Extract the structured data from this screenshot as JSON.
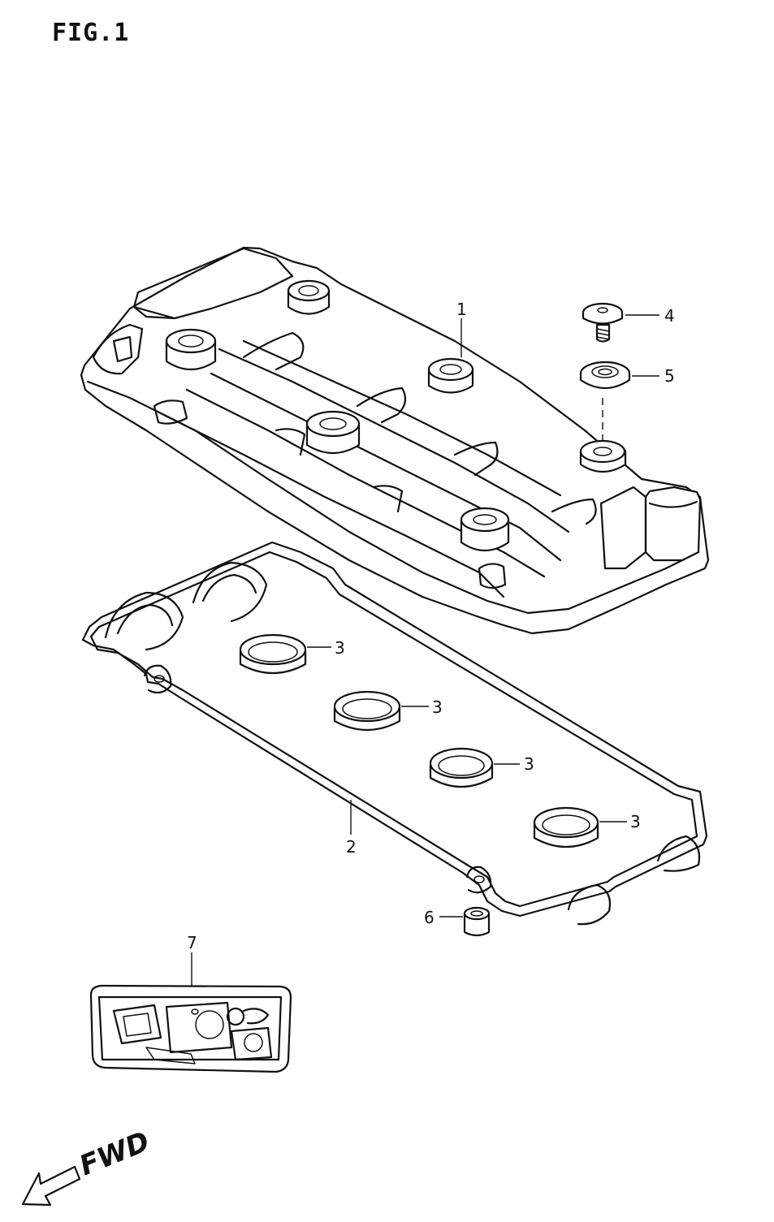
{
  "figure": {
    "title": "FIG.1",
    "direction_label": "FWD"
  },
  "parts": [
    {
      "id": "1",
      "label": "1"
    },
    {
      "id": "2",
      "label": "2"
    },
    {
      "id": "3",
      "label": "3"
    },
    {
      "id": "4",
      "label": "4"
    },
    {
      "id": "5",
      "label": "5"
    },
    {
      "id": "6",
      "label": "6"
    },
    {
      "id": "7",
      "label": "7"
    }
  ]
}
